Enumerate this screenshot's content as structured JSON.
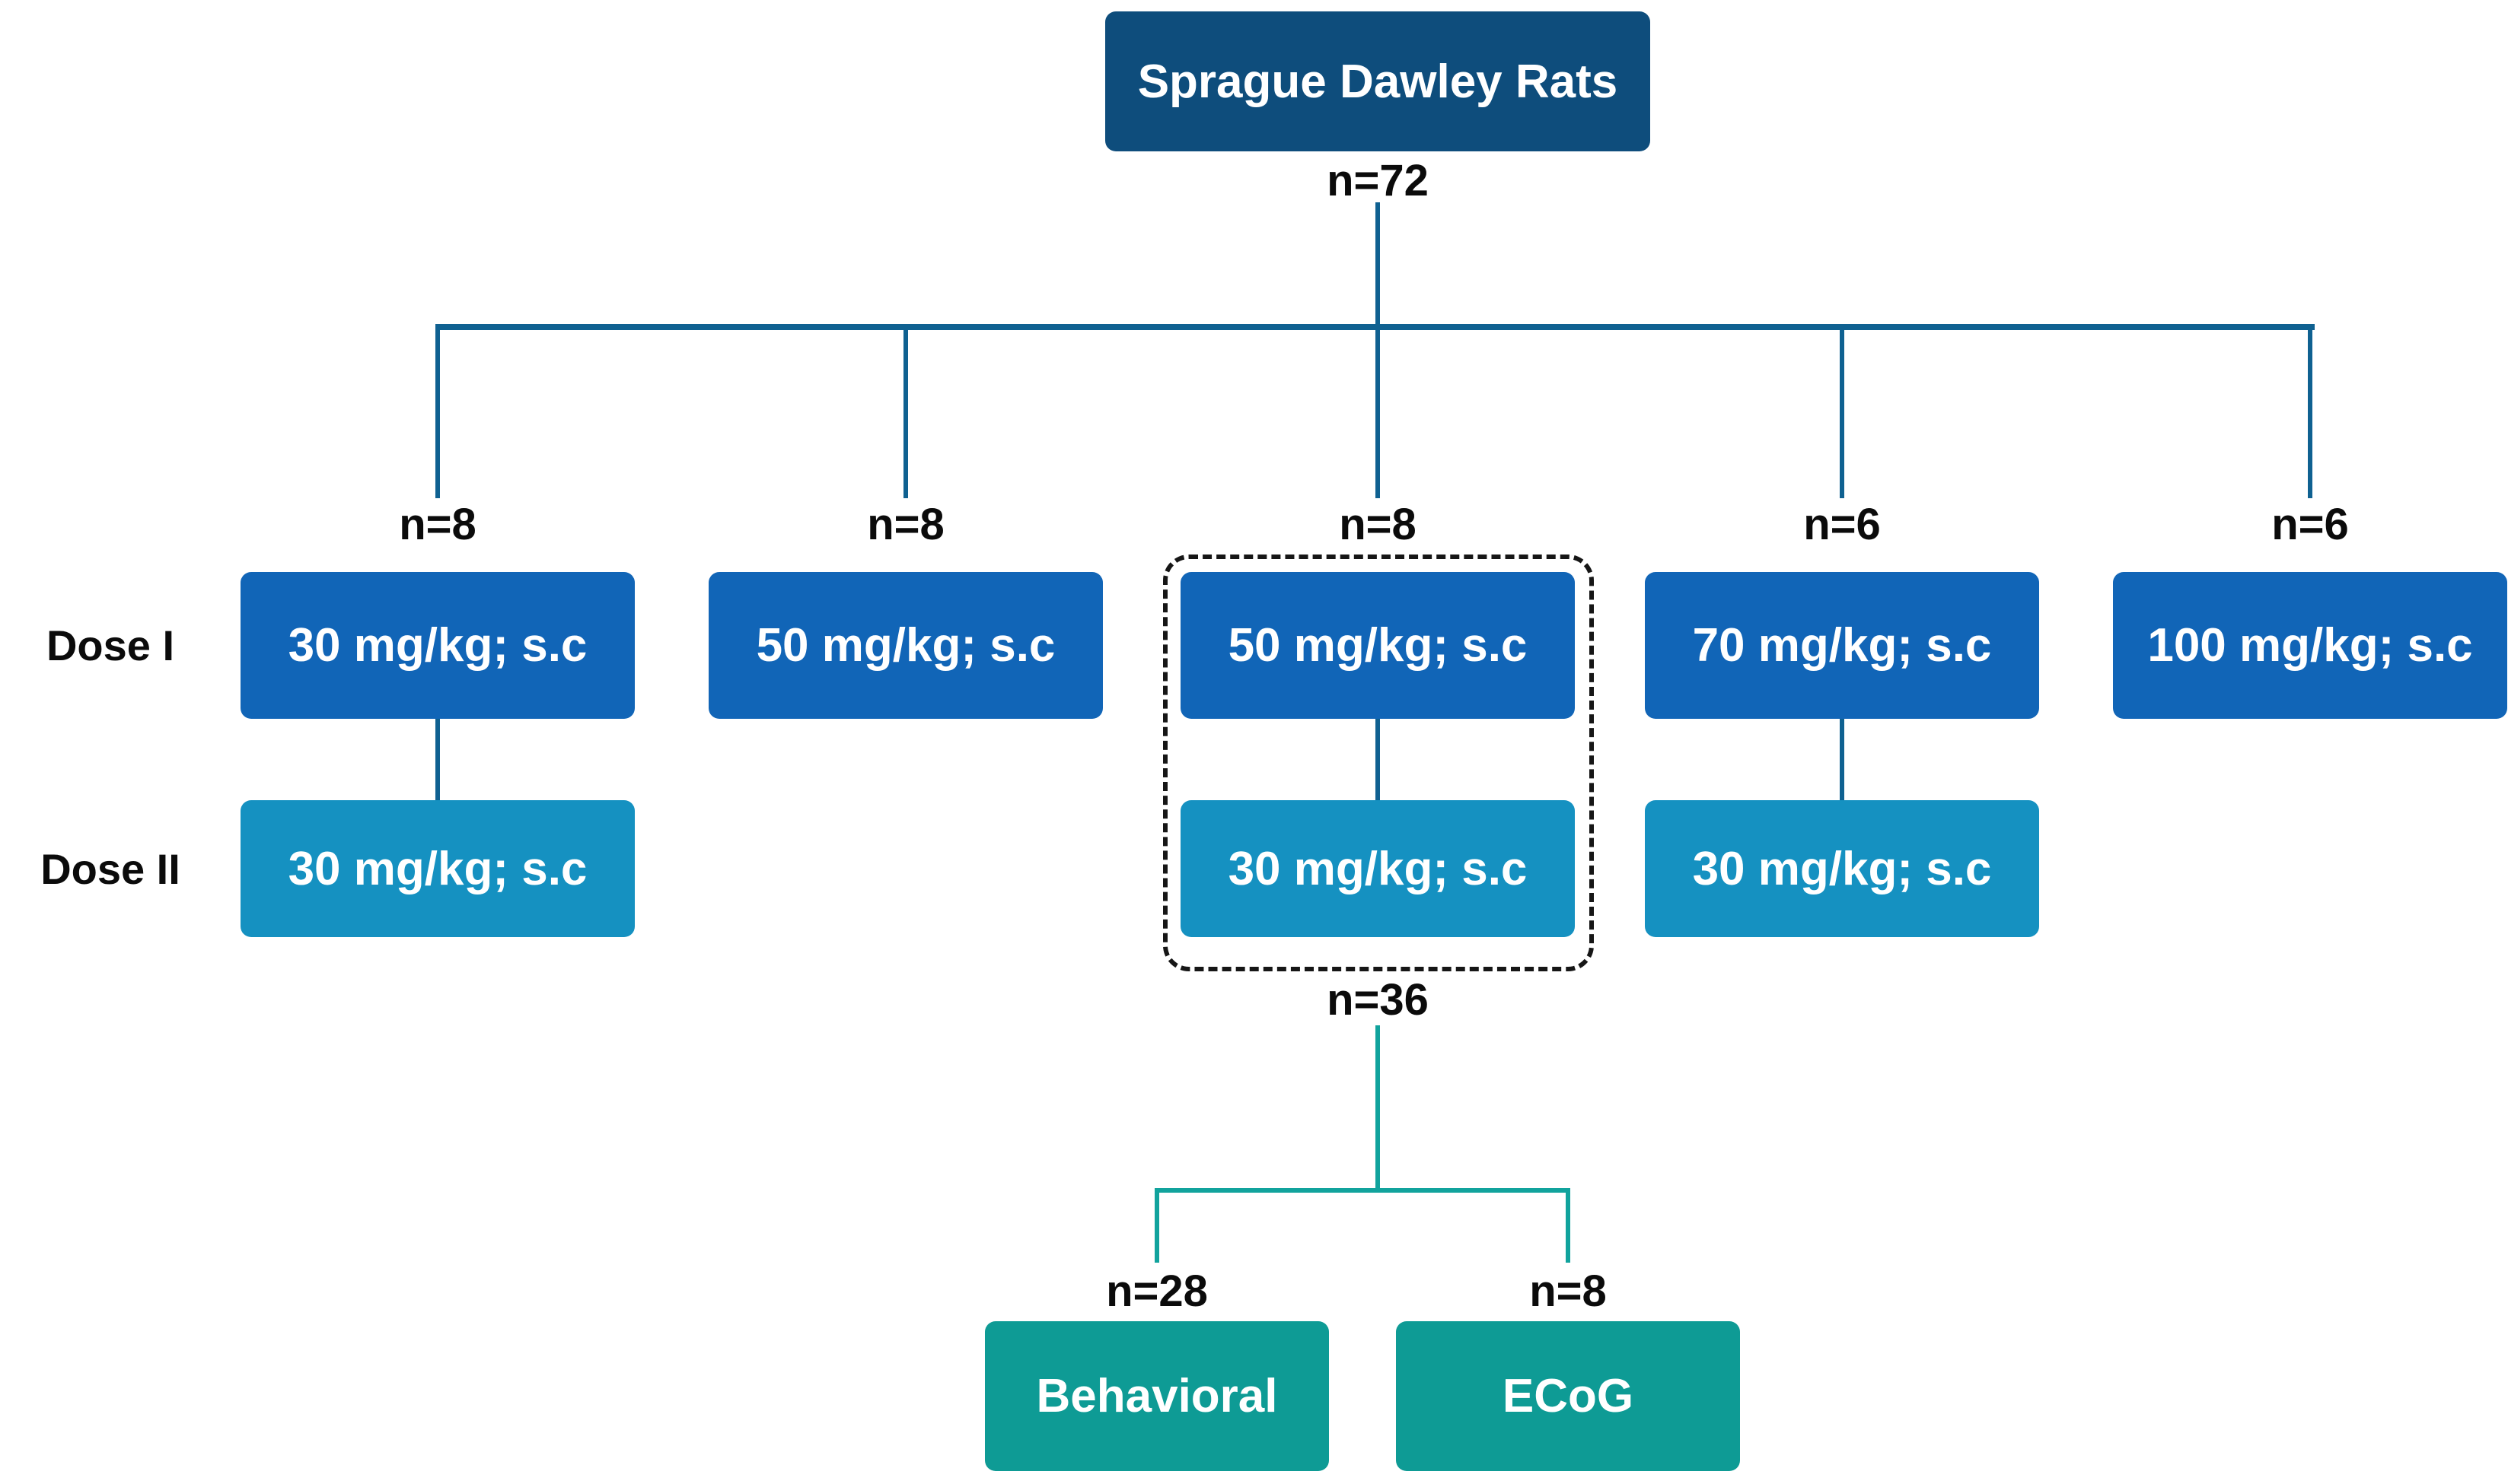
{
  "figure": {
    "root": {
      "label": "Sprague Dawley Rats",
      "count": "n=72"
    },
    "dose_row_labels": {
      "dose1": "Dose I",
      "dose2": "Dose II"
    },
    "columns": [
      {
        "count": "n=8",
        "dose1": "30 mg/kg; s.c",
        "dose2": "30 mg/kg; s.c"
      },
      {
        "count": "n=8",
        "dose1": "50 mg/kg; s.c"
      },
      {
        "count": "n=8",
        "dose1": "50 mg/kg; s.c",
        "dose2": "30 mg/kg; s.c",
        "highlighted": "dashed-outline"
      },
      {
        "count": "n=6",
        "dose1": "70 mg/kg; s.c",
        "dose2": "30 mg/kg; s.c"
      },
      {
        "count": "n=6",
        "dose1": "100 mg/kg; s.c"
      }
    ],
    "followup": {
      "count": "n=36",
      "branches": [
        {
          "count": "n=28",
          "label": "Behavioral"
        },
        {
          "count": "n=8",
          "label": "ECoG"
        }
      ]
    }
  },
  "colors": {
    "box_root": "#0E4D7C",
    "box_dose1": "#1165B7",
    "box_dose2": "#1591C1",
    "box_outcome": "#0E9B95",
    "connector_primary": "#0F6191",
    "connector_secondary": "#11A39D",
    "text_dark": "#0B0B0B",
    "outline_dash": "#161616"
  }
}
